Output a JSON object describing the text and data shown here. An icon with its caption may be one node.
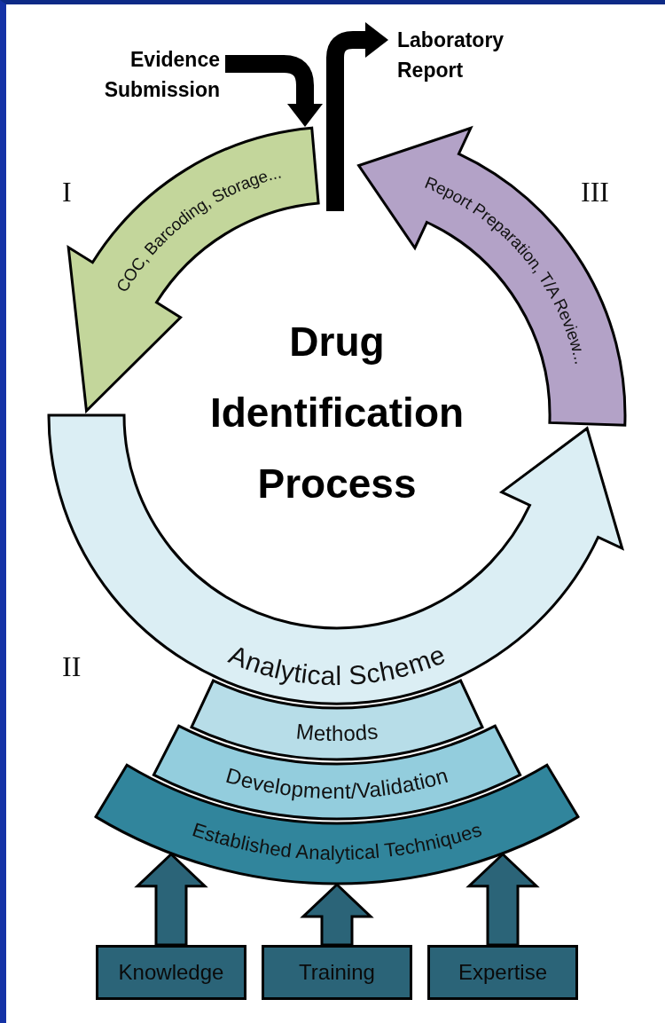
{
  "diagram": {
    "title": "Drug Identification Process",
    "nodes": [
      {
        "text": [
          "Evidence Submission"
        ]
      },
      {
        "text": [
          "Laboratory Report"
        ]
      },
      {
        "text": [
          "COC, Barcoding, Storage..."
        ]
      },
      {
        "text": [
          "Report Preparation, T/A Review..."
        ]
      },
      {
        "text": [
          "Analytical Scheme"
        ]
      },
      {
        "text": [
          "Methods"
        ]
      },
      {
        "text": [
          "Development/Validation"
        ]
      },
      {
        "text": [
          "Established Analytical Techniques"
        ]
      },
      {
        "text": [
          "Knowledge"
        ]
      },
      {
        "text": [
          "Training"
        ]
      },
      {
        "text": [
          "Expertise"
        ]
      }
    ],
    "edges": [
      {
        "from": 0,
        "to": 2,
        "arrow": "to",
        "color": "#000000"
      },
      {
        "from": null,
        "to": 1,
        "arrow": "to",
        "color": "#000000"
      },
      {
        "from": 8,
        "to": 7,
        "arrow": "to",
        "style": "thick"
      },
      {
        "from": 9,
        "to": 7,
        "arrow": "to",
        "style": "thick"
      },
      {
        "from": 10,
        "to": 7,
        "arrow": "to",
        "style": "thick"
      }
    ],
    "labels": [
      "I",
      "III",
      "II"
    ]
  }
}
